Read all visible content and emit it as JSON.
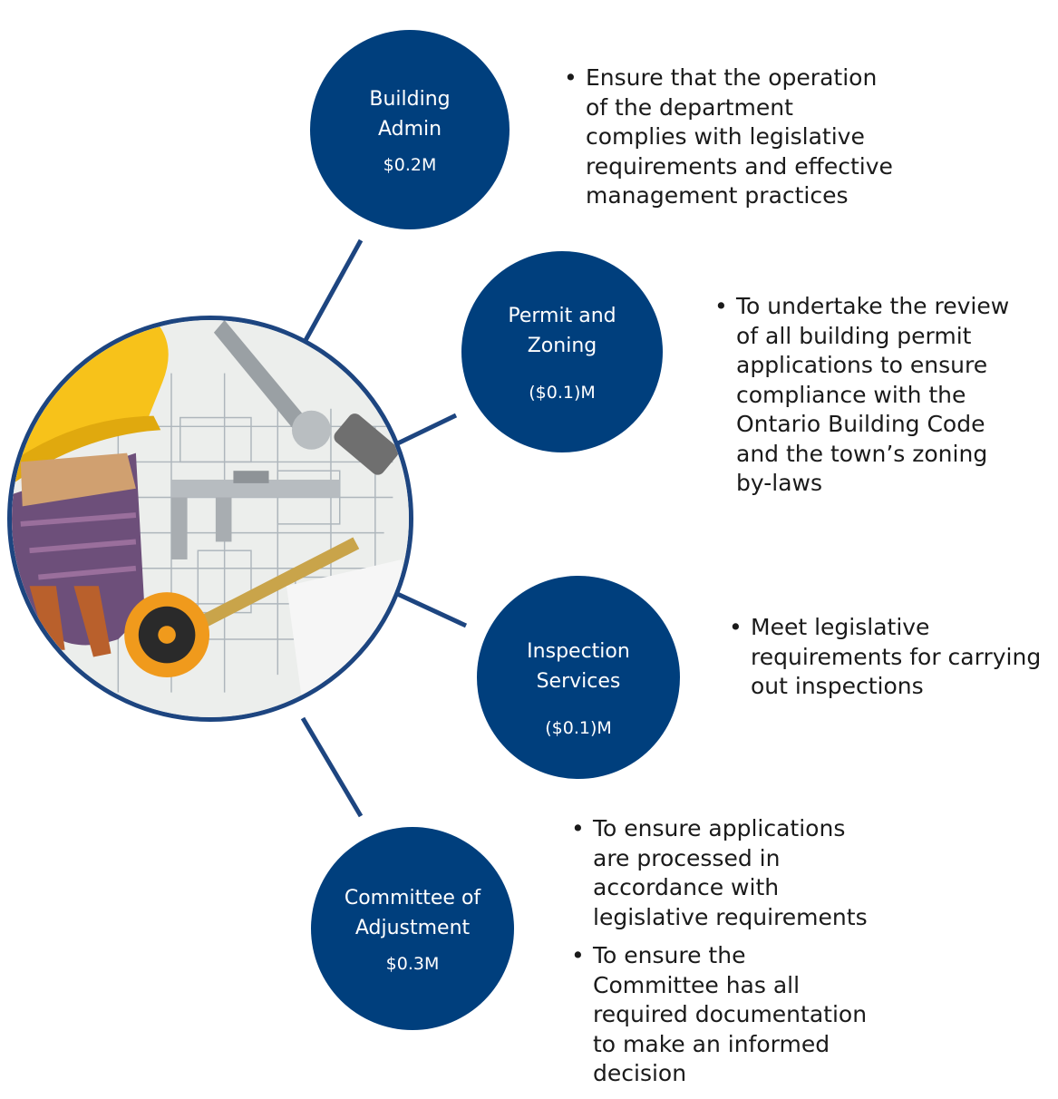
{
  "diagram": {
    "photo": {
      "description": "construction tools on blueprint",
      "items": [
        "hard-hat",
        "work-glove",
        "wrench",
        "caliper",
        "tape-measure",
        "blueprint"
      ]
    },
    "colors": {
      "circle_fill": "#003f7d",
      "connector": "#1d4580",
      "text": "#1a1a1a",
      "circle_text": "#ffffff"
    },
    "units": [
      {
        "name": "Building\nAdmin",
        "amount": "$0.2M",
        "bullets": [
          "Ensure that the operation\nof the department\ncomplies with legislative\nrequirements and effective\nmanagement practices"
        ]
      },
      {
        "name": "Permit and\nZoning",
        "amount": "($0.1)M",
        "bullets": [
          "To undertake the review\nof all building permit\napplications to ensure\ncompliance with the\nOntario Building Code\nand the town’s zoning\nby-laws"
        ]
      },
      {
        "name": "Inspection\nServices",
        "amount": "($0.1)M",
        "bullets": [
          "Meet legislative\nrequirements for carrying\nout inspections"
        ]
      },
      {
        "name": "Committee of\nAdjustment",
        "amount": "$0.3M",
        "bullets": [
          "To ensure applications\nare processed in\naccordance with\nlegislative requirements",
          "To ensure the\nCommittee has all\nrequired documentation\nto make an informed\ndecision"
        ]
      }
    ]
  }
}
